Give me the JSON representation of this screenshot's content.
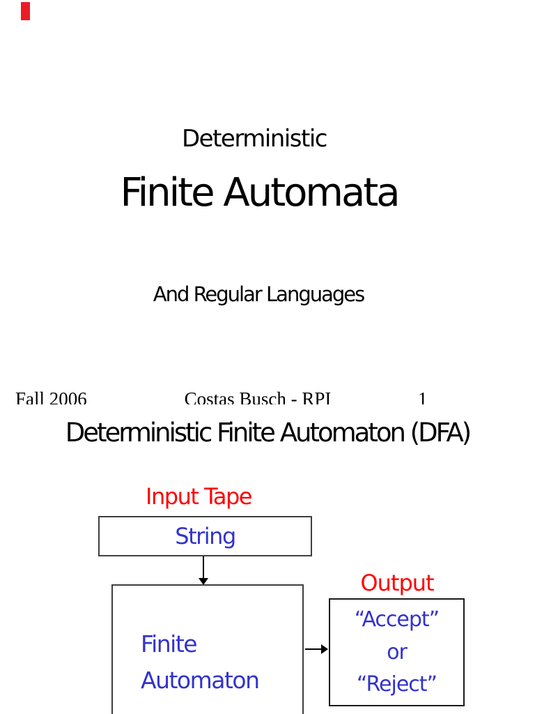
{
  "colors": {
    "flag_red": "#ea1d25",
    "accent_red": "#ff0000",
    "text_blue": "#3333cc",
    "ink_black": "#000000",
    "box_border": "#3f3f3f",
    "page_bg": "#ffffff"
  },
  "slide1": {
    "title_line1": "Deterministic",
    "title_line2": "Finite Automata",
    "subtitle": "And Regular Languages",
    "footer": {
      "term": "Fall 2006",
      "author": "Costas Busch - RPI",
      "page_number": "1"
    }
  },
  "slide2": {
    "title": "Deterministic Finite Automaton (DFA)",
    "diagram": {
      "input_tape_label": "Input Tape",
      "string_box": "String",
      "automaton_box_line1": "Finite",
      "automaton_box_line2": "Automaton",
      "output_label": "Output",
      "output_line1": "“Accept”",
      "output_line2": "or",
      "output_line3": "“Reject”"
    }
  }
}
